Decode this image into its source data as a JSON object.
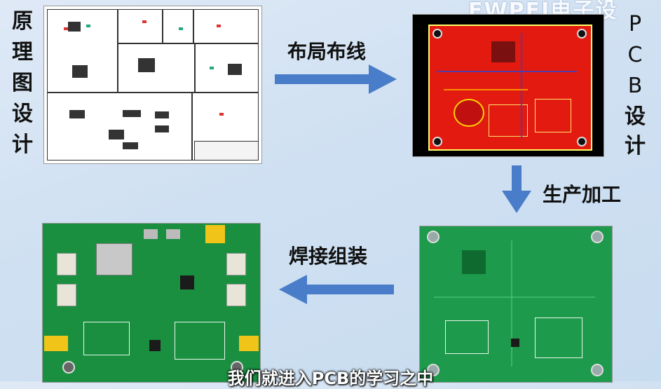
{
  "labels": {
    "schematic": [
      "原",
      "理",
      "图",
      "设",
      "计"
    ],
    "pcb_design": [
      "P",
      "C",
      "B",
      "设",
      "计"
    ],
    "layout_routing": "布局布线",
    "manufacturing": "生产加工",
    "soldering": "焊接组装"
  },
  "subtitle": "我们就进入PCB的学习之中",
  "watermark": "EWPEI电子设",
  "colors": {
    "arrow": "#4a7dc9",
    "pcb_red": "#e21a10",
    "board_green": "#1e9a4c"
  }
}
